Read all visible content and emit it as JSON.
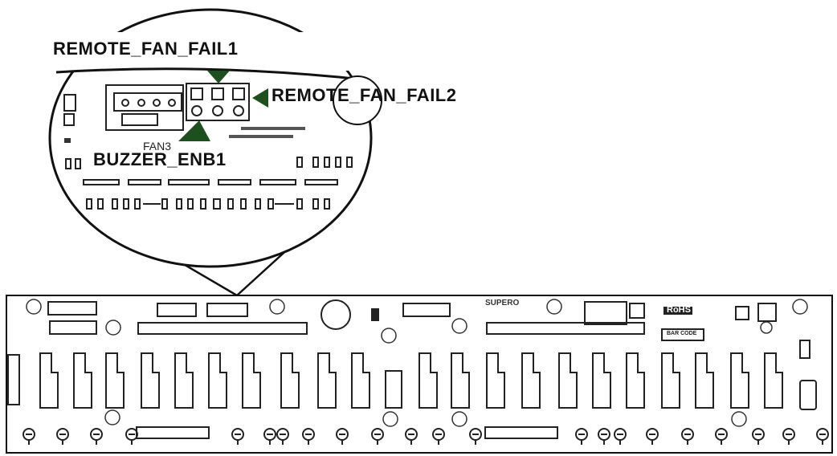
{
  "callouts": {
    "remote_fan_fail1": "REMOTE_FAN_FAIL1",
    "remote_fan_fail2": "REMOTE_FAN_FAIL2",
    "buzzer_enb1": "BUZZER_ENB1",
    "fan3": "FAN3"
  },
  "board": {
    "brand": "SUPERO",
    "rohs": "RoHS",
    "barcode": "BAR CODE"
  },
  "colors": {
    "arrow": "#1e4f1e",
    "line": "#111111",
    "outline": "#222222"
  }
}
